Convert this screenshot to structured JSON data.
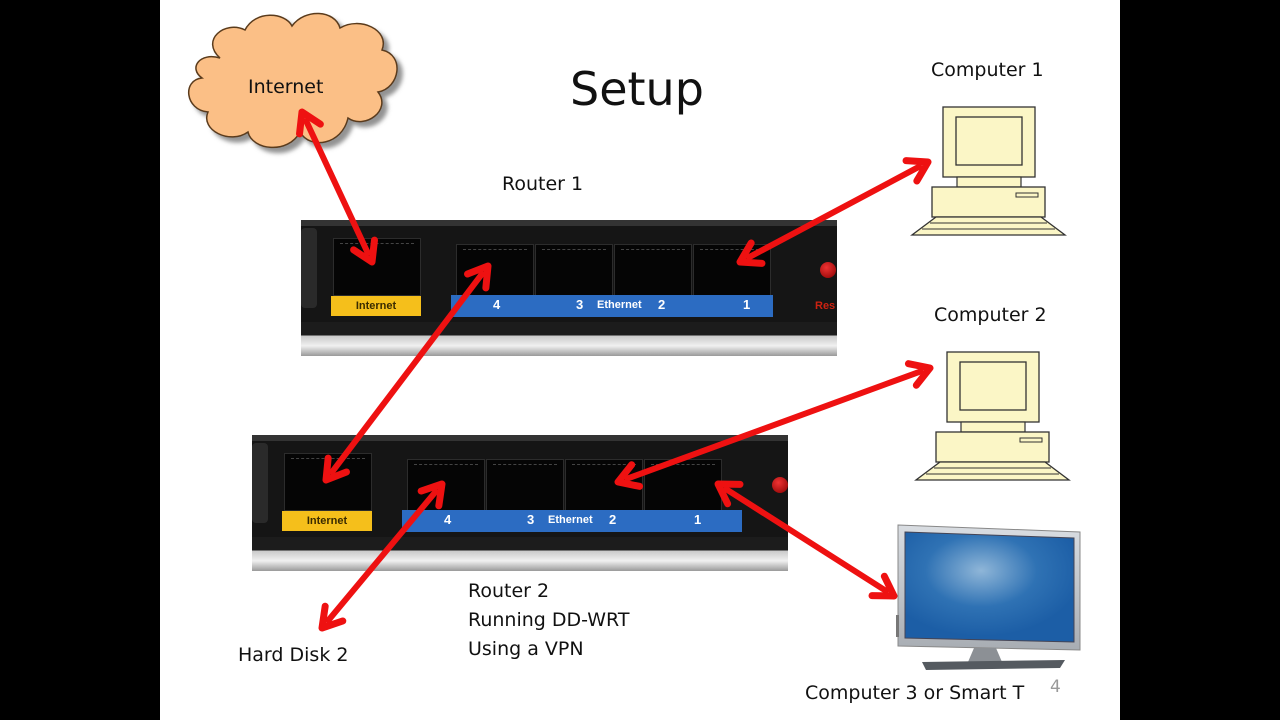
{
  "slide": {
    "title": "Setup",
    "page_number": "4"
  },
  "nodes": {
    "internet": {
      "label": "Internet",
      "fill": "#fbbf86"
    },
    "router1": {
      "label": "Router 1"
    },
    "router2": {
      "lines": [
        "Router 2",
        "Running DD-WRT",
        "Using a VPN"
      ]
    },
    "computer1": {
      "label": "Computer 1"
    },
    "computer2": {
      "label": "Computer 2"
    },
    "computer3": {
      "label": "Computer 3 or Smart T"
    },
    "hard_disk": {
      "label": "Hard Disk 2"
    }
  },
  "router_panel": {
    "internet_port_label": "Internet",
    "ethernet_word": "Ethernet",
    "port_numbers": [
      "4",
      "3",
      "2",
      "1"
    ],
    "reset_label": "Res",
    "internet_badge_color": "#f5bf1b",
    "ethernet_strip_color": "#2c6cc2"
  },
  "connections": [
    {
      "from": "internet",
      "to": "router1.internet_port"
    },
    {
      "from": "router1.port1",
      "to": "computer1"
    },
    {
      "from": "router1.port4",
      "to": "router2.internet_port"
    },
    {
      "from": "router2.port2",
      "to": "computer2"
    },
    {
      "from": "router2.port1",
      "to": "computer3"
    },
    {
      "from": "router2.port4",
      "to": "hard_disk"
    }
  ],
  "arrow_color": "#ee1111"
}
